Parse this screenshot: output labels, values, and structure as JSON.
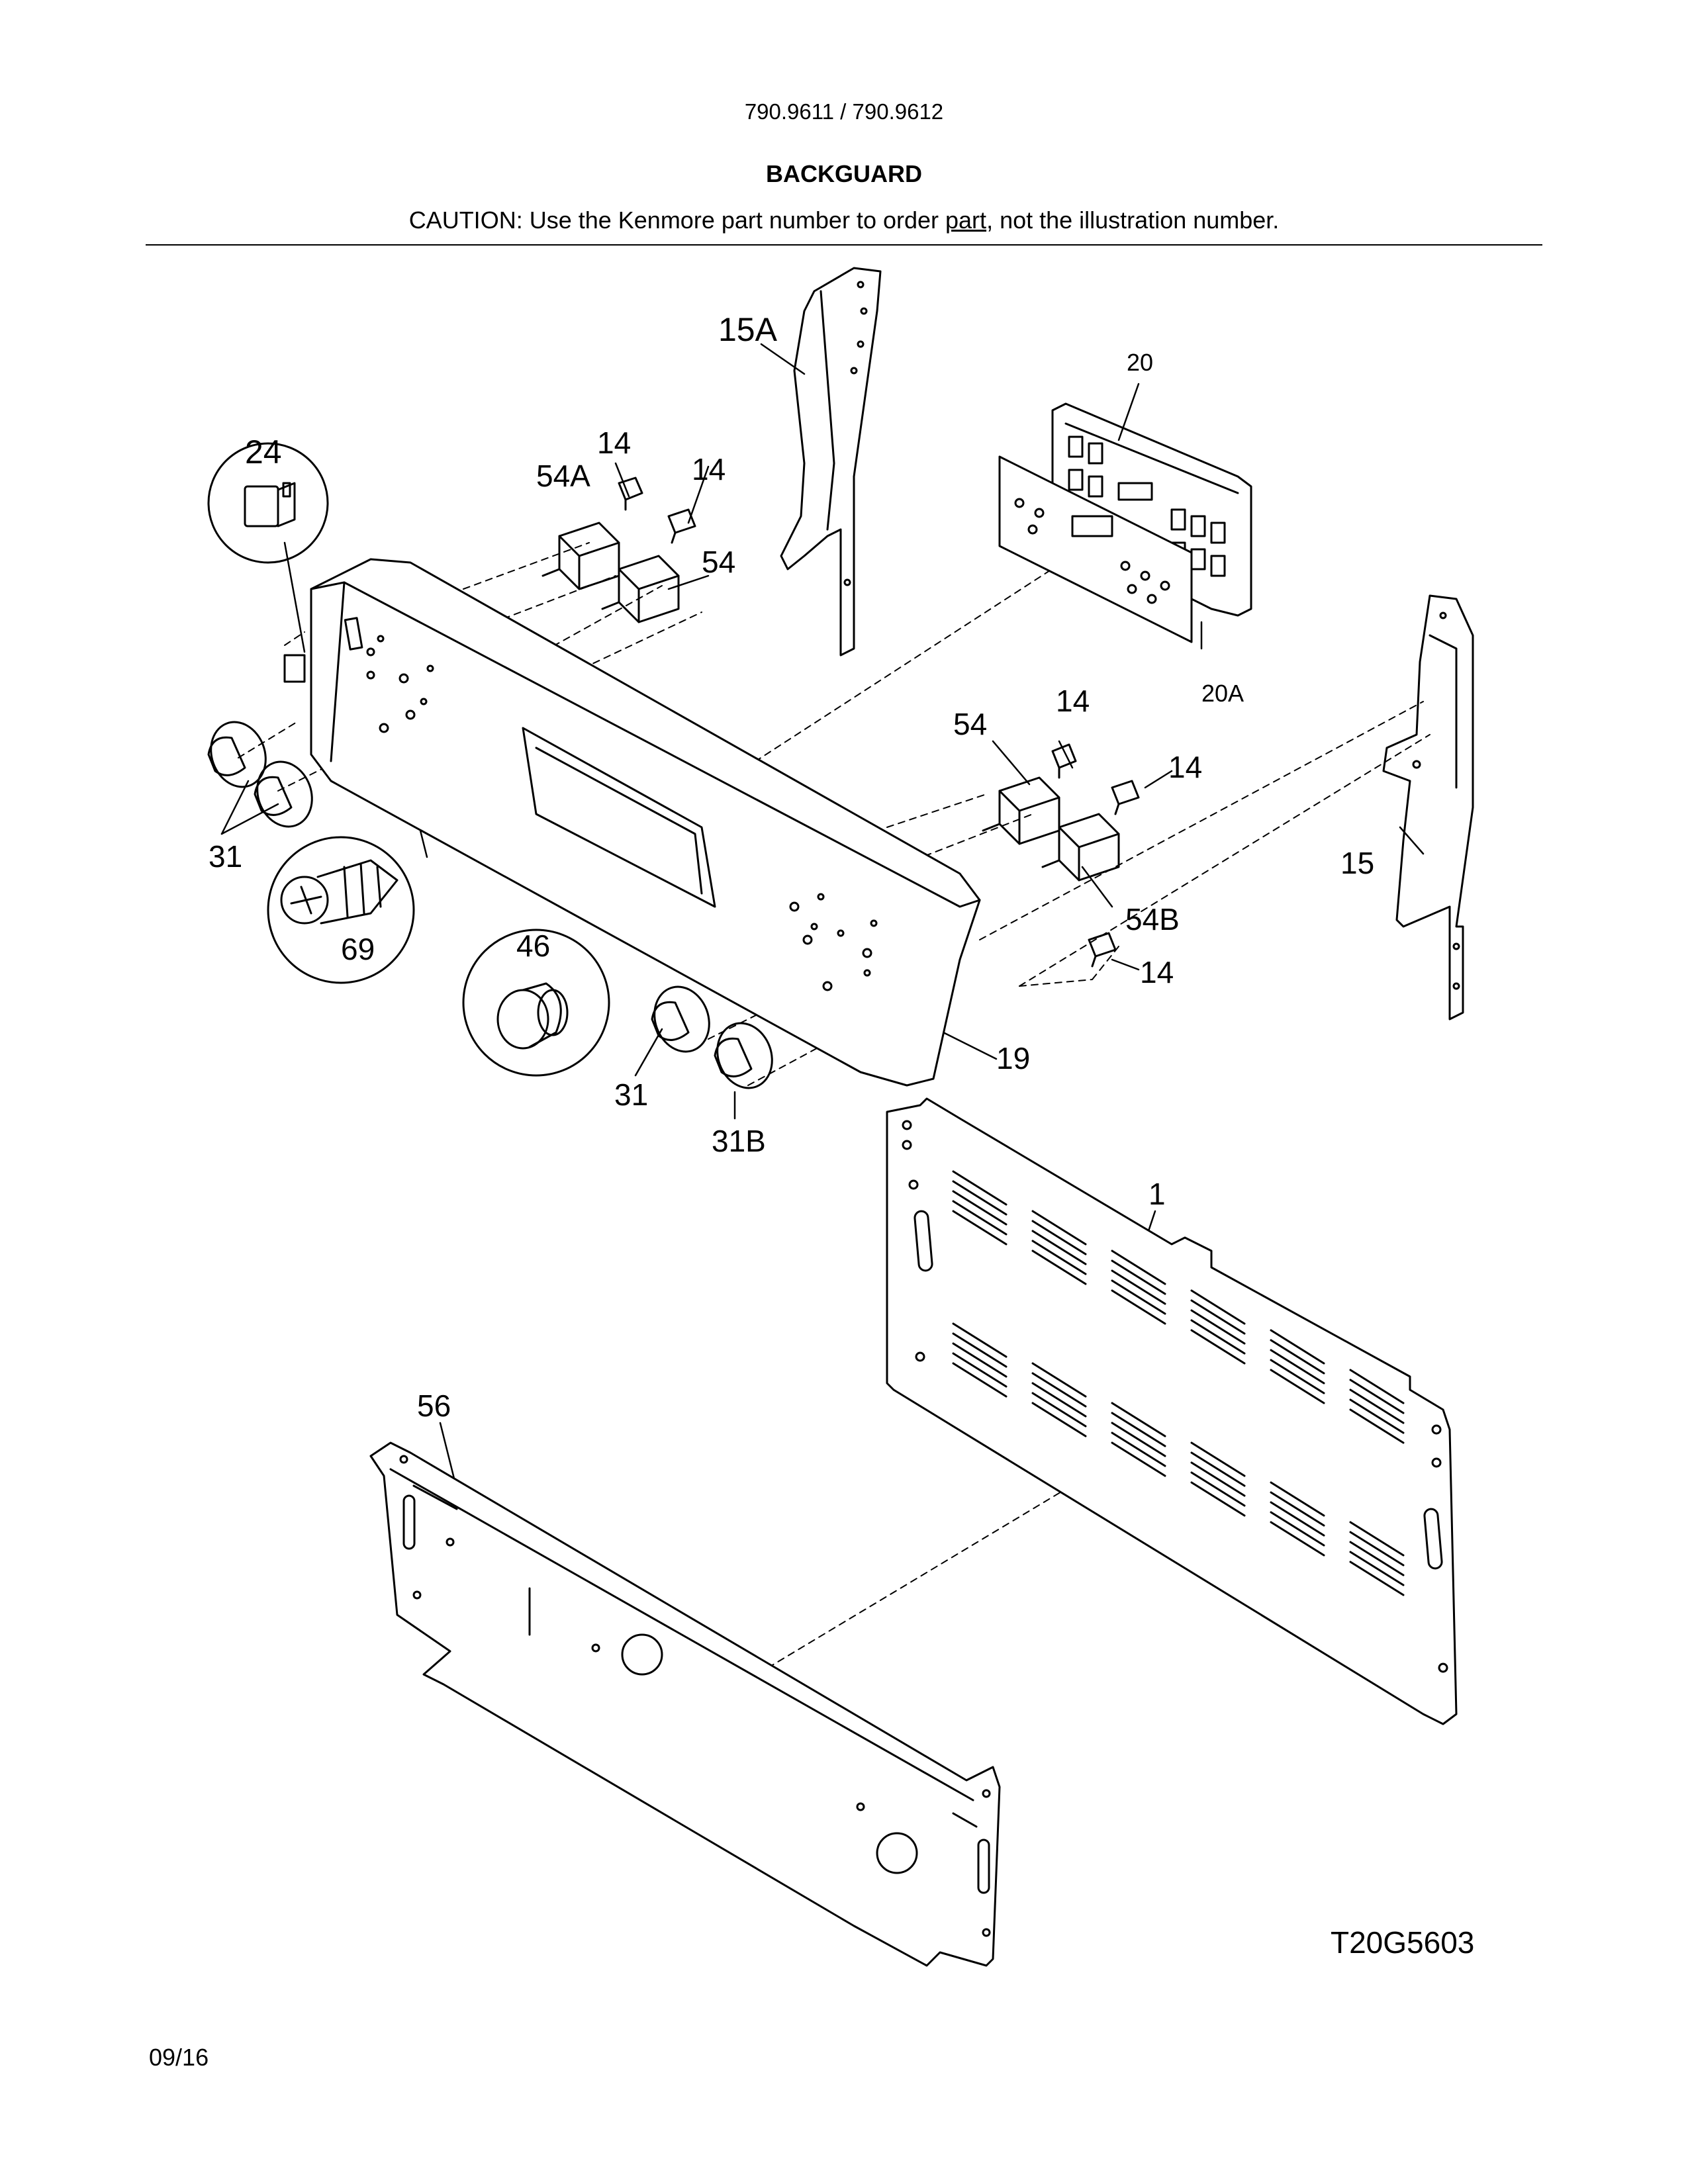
{
  "header": {
    "model": "790.9611 / 790.9612",
    "title": "BACKGUARD",
    "caution_pre": "CAUTION: Use the Kenmore part number to order ",
    "caution_link": "part",
    "caution_post": ", not the illustration number."
  },
  "callouts": {
    "c15a": "15A",
    "c20": "20",
    "c24": "24",
    "c54a": "54A",
    "c14_a": "14",
    "c14_b": "14",
    "c54_top": "54",
    "c20a": "20A",
    "c14_c": "14",
    "c54_mid": "54",
    "c14_d": "14",
    "c15": "15",
    "c31_left": "31",
    "c69": "69",
    "c46": "46",
    "c54b": "54B",
    "c14_e": "14",
    "c19": "19",
    "c31_bottom": "31",
    "c31b": "31B",
    "c1": "1",
    "c56": "56"
  },
  "footer": {
    "drawing_code": "T20G5603",
    "date": "09/16"
  }
}
